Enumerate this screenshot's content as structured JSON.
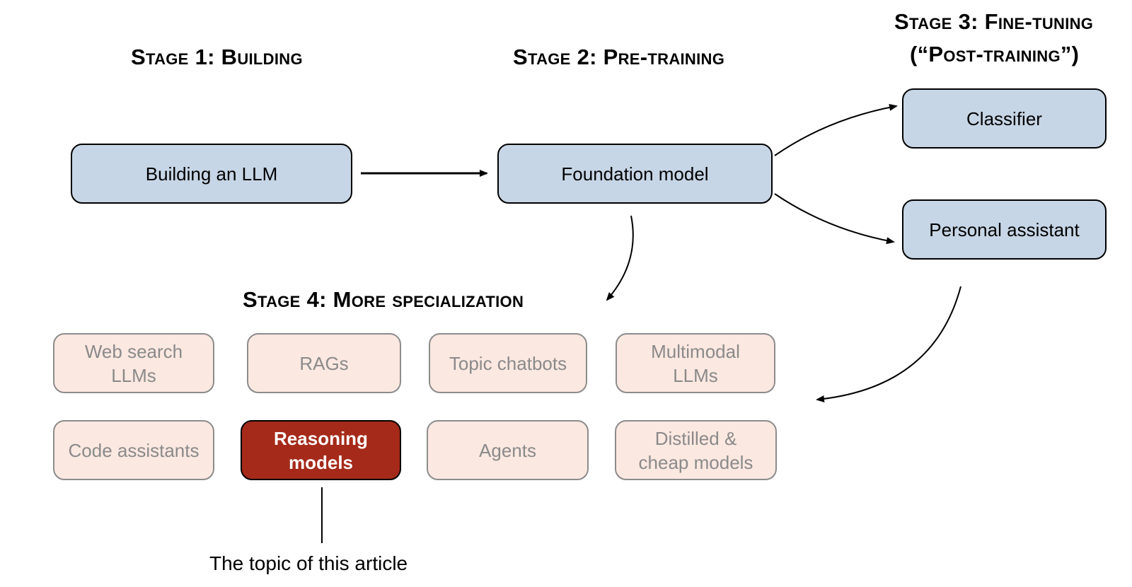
{
  "stages": {
    "stage1": "Stage 1: Building",
    "stage2": "Stage 2: Pre-training",
    "stage3_line1": "Stage 3: Fine-tuning",
    "stage3_line2": "(“Post-training”)",
    "stage4": "Stage 4: More specialization"
  },
  "boxes": {
    "building": "Building an LLM",
    "foundation": "Foundation model",
    "classifier": "Classifier",
    "assistant": "Personal assistant"
  },
  "specializations": [
    "Web search LLMs",
    "RAGs",
    "Topic chatbots",
    "Multimodal LLMs",
    "Code assistants",
    "Reasoning models",
    "Agents",
    "Distilled & cheap models"
  ],
  "caption": "The topic of this article",
  "colors": {
    "stage_box_fill": "#c7d6e6",
    "specialization_fill": "#fbe8e1",
    "specialization_text": "#8a8a8a",
    "highlight_fill": "#a52a1a"
  }
}
